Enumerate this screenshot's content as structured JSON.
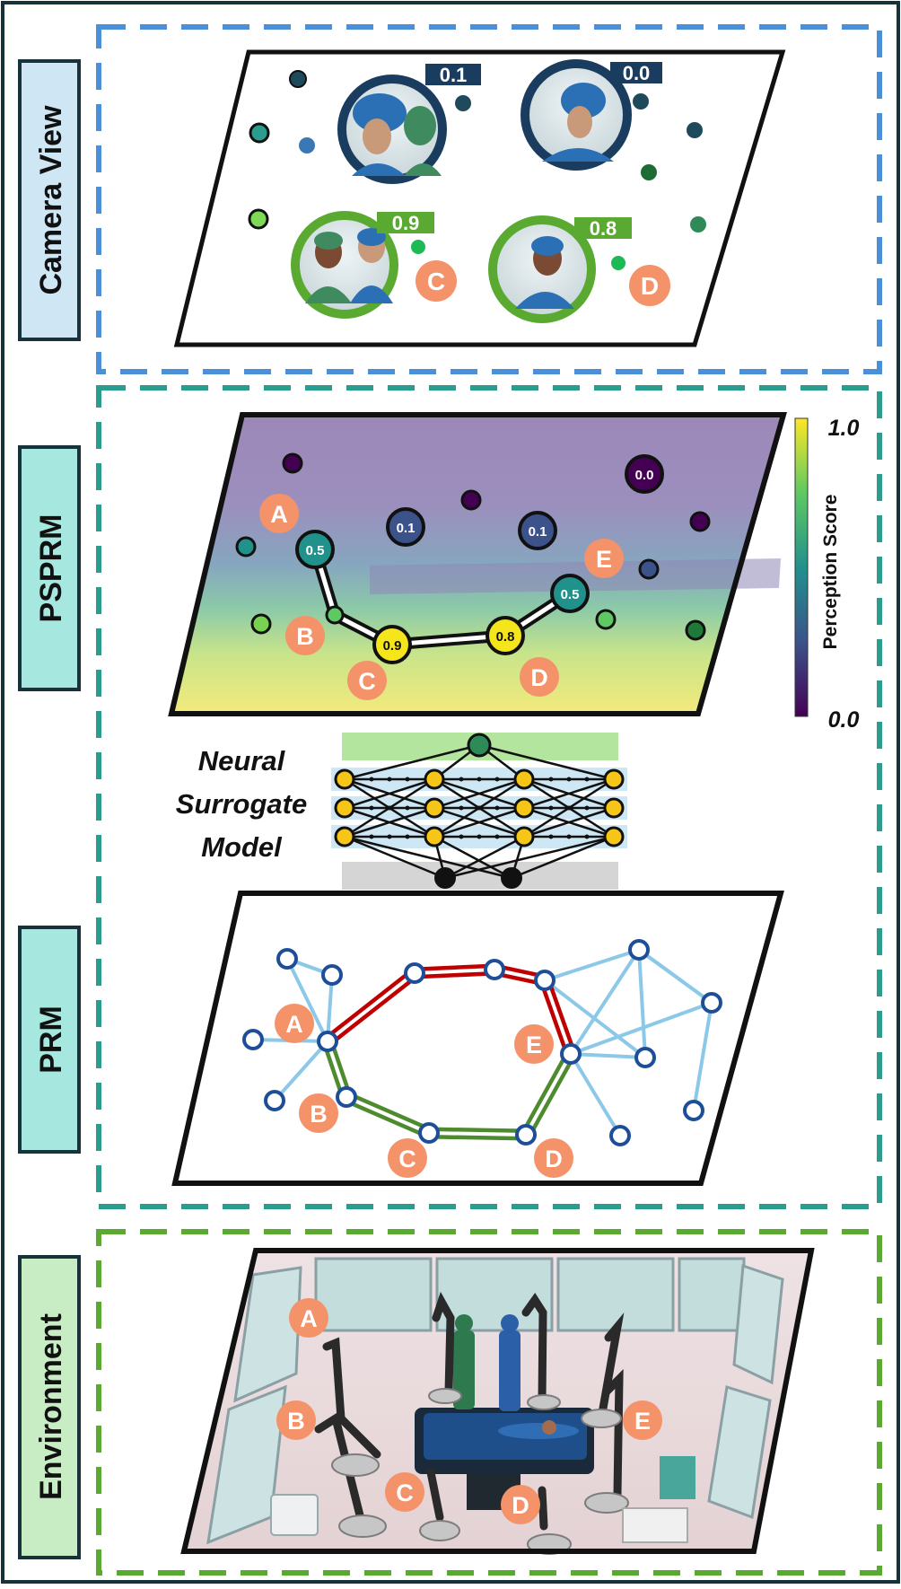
{
  "sections": {
    "camera": {
      "label": "Camera View"
    },
    "psprm": {
      "label": "PSPRM"
    },
    "prm": {
      "label": "PRM"
    },
    "environment": {
      "label": "Environment"
    }
  },
  "camera_scores": [
    "0.1",
    "0.0",
    "0.9",
    "0.8"
  ],
  "camera_letters": [
    "C",
    "D"
  ],
  "psprm_values": [
    "0.0",
    "0.1",
    "0.1",
    "0.5",
    "0.5",
    "0.9",
    "0.8"
  ],
  "psprm_letters": [
    "A",
    "B",
    "C",
    "D",
    "E"
  ],
  "colorbar": {
    "label": "Perception Score",
    "max": "1.0",
    "min": "0.0"
  },
  "surrogate": {
    "line1": "Neural",
    "line2": "Surrogate",
    "line3": "Model"
  },
  "prm_letters": [
    "A",
    "B",
    "C",
    "D",
    "E"
  ],
  "env_letters": [
    "A",
    "B",
    "C",
    "D",
    "E"
  ],
  "colors": {
    "camera_box": "#4a90d9",
    "planning_box": "#2a9d8f",
    "env_box": "#5aaa32",
    "red_path": "#c00000",
    "green_path": "#4e8a2e",
    "prm_edge": "#8cc8e8",
    "node_stroke": "#1f4e99",
    "letter_badge": "#f4926a",
    "node_yellow": "#f5c518"
  }
}
